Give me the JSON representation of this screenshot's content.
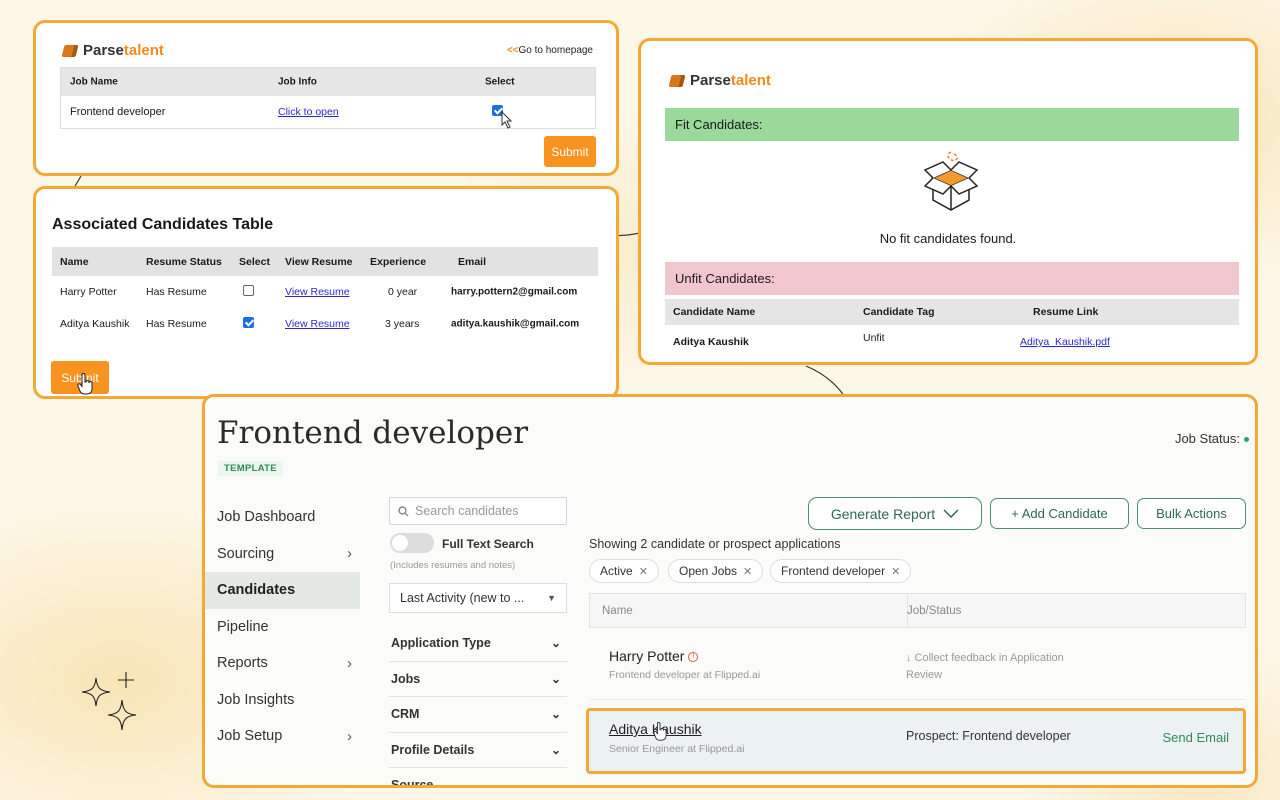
{
  "brand": {
    "name_part1": "Parse",
    "name_part2": "talent"
  },
  "panel1": {
    "go_home_arrows": "<<",
    "go_home_label": "Go to homepage",
    "columns": [
      "Job Name",
      "Job Info",
      "Select"
    ],
    "row": {
      "job_name": "Frontend developer",
      "job_info_link": "Click to open",
      "selected": true
    },
    "submit_label": "Submit"
  },
  "panel2": {
    "title": "Associated Candidates Table",
    "columns": [
      "Name",
      "Resume Status",
      "Select",
      "View Resume",
      "Experience",
      "Email"
    ],
    "rows": [
      {
        "name": "Harry Potter",
        "resume_status": "Has Resume",
        "selected": false,
        "view_resume": "View Resume",
        "experience": "0 year",
        "email": "harry.pottern2@gmail.com"
      },
      {
        "name": "Aditya Kaushik",
        "resume_status": "Has Resume",
        "selected": true,
        "view_resume": "View Resume",
        "experience": "3 years",
        "email": "aditya.kaushik@gmail.com"
      }
    ],
    "submit_label": "Submit"
  },
  "panel3": {
    "fit_label": "Fit Candidates:",
    "empty_text": "No fit candidates found.",
    "unfit_label": "Unfit Candidates:",
    "columns": [
      "Candidate Name",
      "Candidate Tag",
      "Resume Link"
    ],
    "rows": [
      {
        "name": "Aditya Kaushik",
        "tag": "Unfit",
        "resume_link": "Aditya_Kaushik.pdf"
      }
    ]
  },
  "panel4": {
    "job_title": "Frontend developer",
    "template_badge": "TEMPLATE",
    "job_status_label": "Job Status:",
    "nav": [
      {
        "label": "Job Dashboard",
        "has_chevron": false,
        "active": false
      },
      {
        "label": "Sourcing",
        "has_chevron": true,
        "active": false
      },
      {
        "label": "Candidates",
        "has_chevron": false,
        "active": true
      },
      {
        "label": "Pipeline",
        "has_chevron": false,
        "active": false
      },
      {
        "label": "Reports",
        "has_chevron": true,
        "active": false
      },
      {
        "label": "Job Insights",
        "has_chevron": false,
        "active": false
      },
      {
        "label": "Job Setup",
        "has_chevron": true,
        "active": false
      }
    ],
    "search_placeholder": "Search candidates",
    "full_text_search_label": "Full Text Search",
    "full_text_search_sub": "(Includes resumes and notes)",
    "sort_label": "Last Activity (new to ...",
    "filters": [
      "Application Type",
      "Jobs",
      "CRM",
      "Profile Details",
      "Source"
    ],
    "buttons": {
      "generate_report": "Generate Report",
      "add_candidate": "+ Add Candidate",
      "bulk_actions": "Bulk Actions"
    },
    "showing_text": "Showing 2 candidate or prospect applications",
    "chips": [
      "Active",
      "Open Jobs",
      "Frontend developer"
    ],
    "table_columns": [
      "Name",
      "Job/Status"
    ],
    "candidates": [
      {
        "name": "Harry Potter",
        "subtitle": "Frontend developer at Flipped.ai",
        "status_line1": "↓ Collect feedback in Application",
        "status_line2": "Review"
      },
      {
        "name": "Aditya Kaushik",
        "subtitle": "Senior Engineer at Flipped.ai",
        "status": "Prospect: Frontend developer",
        "action": "Send Email"
      }
    ]
  },
  "colors": {
    "accent_orange": "#f4a934",
    "button_orange": "#f7931e",
    "fit_green": "#9bd99a",
    "unfit_pink": "#f1c6ce",
    "brand_green": "#2e6a4d"
  }
}
